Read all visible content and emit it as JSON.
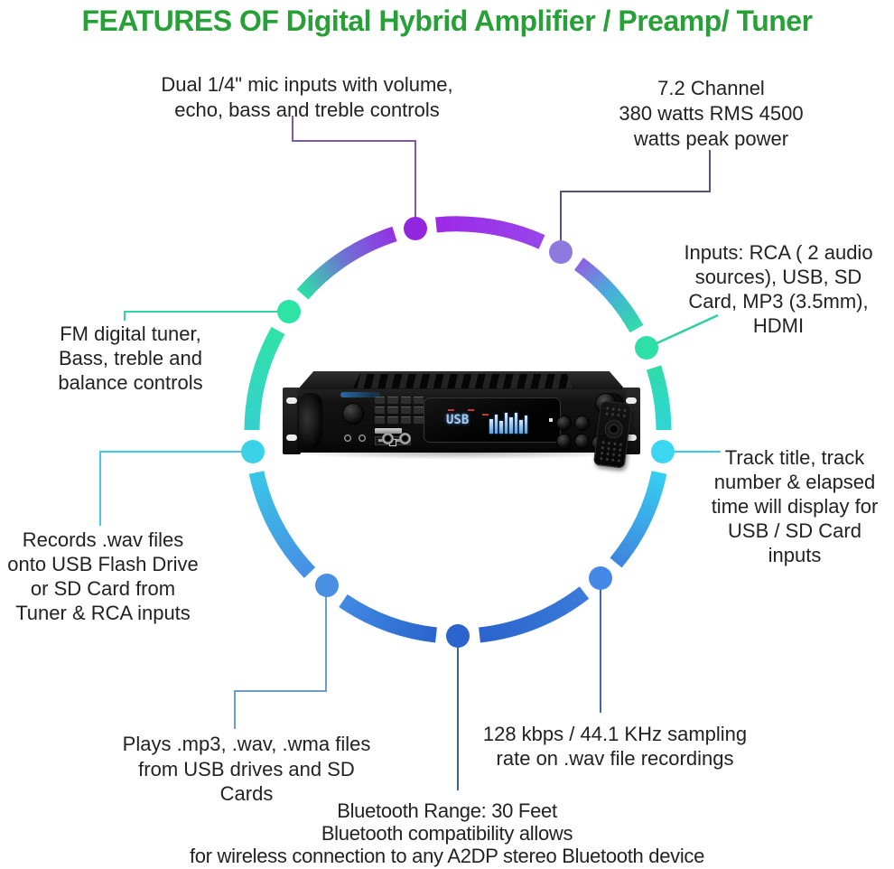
{
  "title": "FEATURES OF Digital Hybrid Amplifier / Preamp/ Tuner",
  "callouts": {
    "mic_inputs": {
      "lines": [
        "Dual 1/4\" mic inputs with volume,",
        "echo, bass and treble controls"
      ]
    },
    "channel_power": {
      "lines": [
        "7.2 Channel",
        "380 watts RMS 4500",
        "watts peak power"
      ]
    },
    "inputs": {
      "lines": [
        "Inputs: RCA ( 2 audio",
        "sources), USB, SD",
        "Card, MP3 (3.5mm),",
        "HDMI"
      ]
    },
    "fm_tuner": {
      "lines": [
        "FM digital tuner,",
        "Bass, treble and",
        "balance controls"
      ]
    },
    "records": {
      "lines": [
        "Records .wav files",
        "onto USB Flash Drive",
        "or SD Card from",
        "Tuner & RCA inputs"
      ]
    },
    "track_display": {
      "lines": [
        "Track title, track",
        "number & elapsed",
        "time will display for",
        "USB / SD Card",
        "inputs"
      ]
    },
    "plays": {
      "lines": [
        "Plays .mp3, .wav, .wma files",
        "from USB drives and SD",
        "Cards"
      ]
    },
    "sampling": {
      "lines": [
        "128 kbps / 44.1 KHz sampling",
        "rate on .wav file recordings"
      ]
    },
    "bluetooth": {
      "lines": [
        "Bluetooth Range: 30 Feet",
        "Bluetooth compatibility allows",
        "for wireless connection to any A2DP stereo Bluetooth device"
      ]
    }
  },
  "device": {
    "display_source": "USB"
  },
  "colors": {
    "title_green": "#28A038",
    "ring_purple": "#9327E0",
    "ring_violet": "#8C7ADE",
    "ring_green": "#2EE0A4",
    "ring_cyan": "#3BD7F2",
    "ring_blue": "#2A64CC",
    "text_dark": "#222222"
  }
}
